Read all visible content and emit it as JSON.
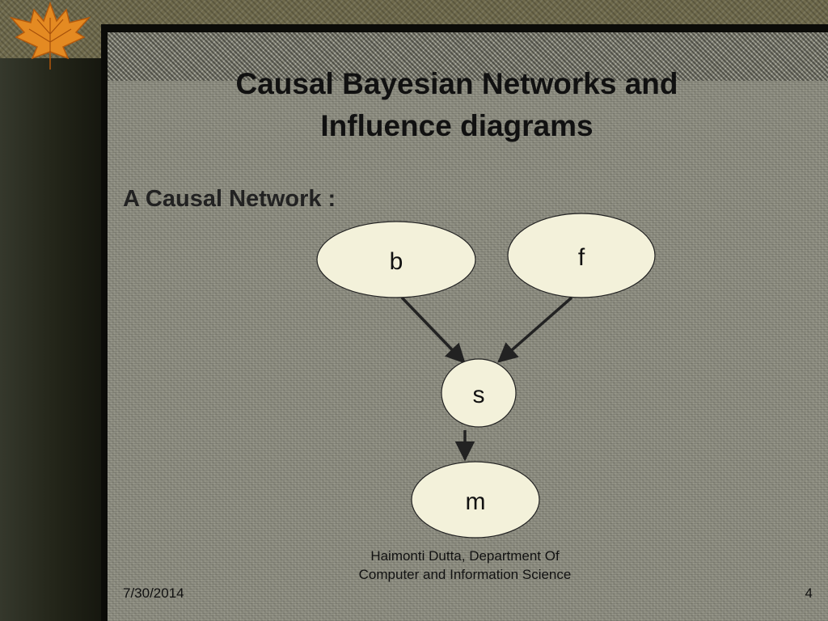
{
  "slide": {
    "title_line1": "Causal Bayesian Networks and",
    "title_line2": "Influence diagrams",
    "subtitle": "A Causal Network :"
  },
  "diagram": {
    "nodes": [
      {
        "id": "b",
        "label": "b"
      },
      {
        "id": "f",
        "label": "f"
      },
      {
        "id": "s",
        "label": "s"
      },
      {
        "id": "m",
        "label": "m"
      }
    ],
    "edges": [
      {
        "from": "b",
        "to": "s"
      },
      {
        "from": "f",
        "to": "s"
      },
      {
        "from": "s",
        "to": "m"
      }
    ],
    "node_fill": "#f3f1da",
    "node_stroke": "#222222"
  },
  "footer": {
    "date": "7/30/2014",
    "author": "Haimonti Dutta, Department Of Computer and Information Science",
    "page": "4"
  },
  "icons": {
    "decoration": "maple-leaf-icon"
  }
}
